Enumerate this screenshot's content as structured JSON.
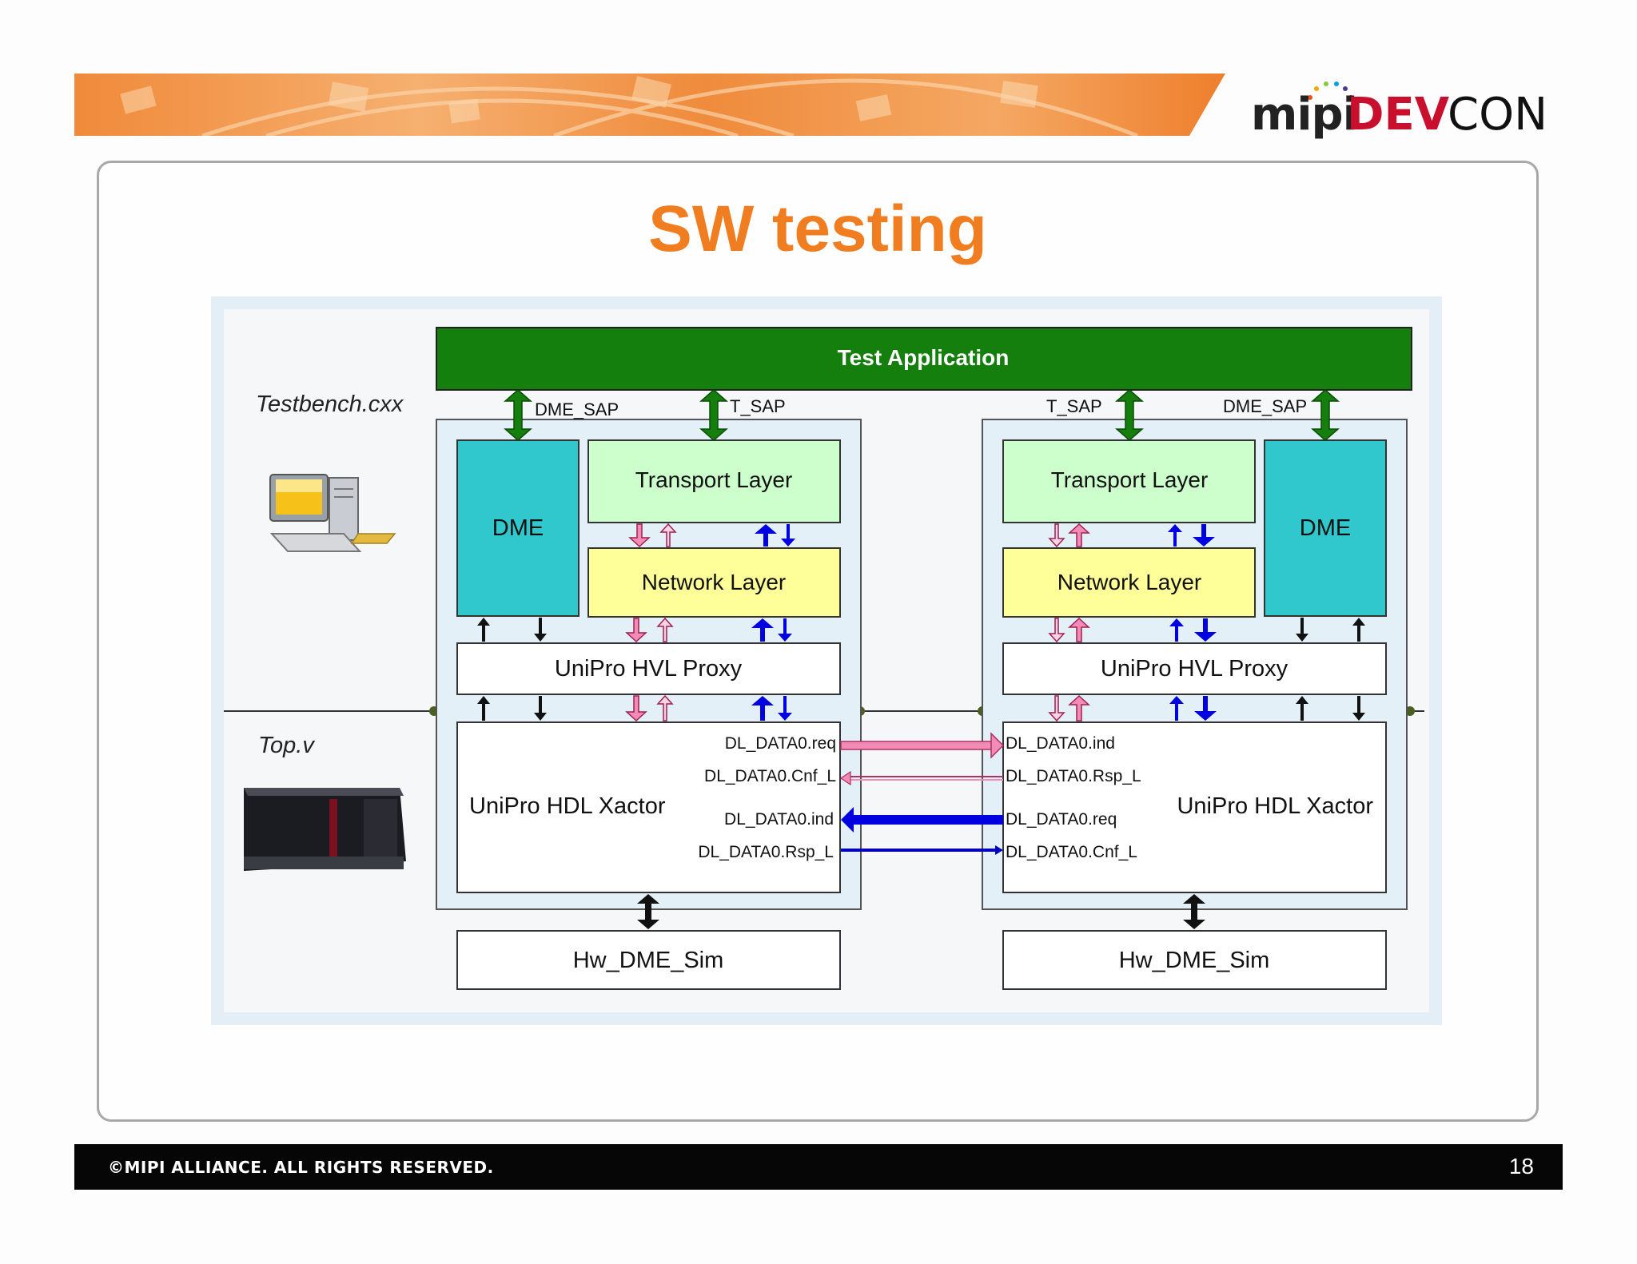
{
  "slide": {
    "title": "SW testing",
    "page_number": "18",
    "copyright": "©MIPI ALLIANCE. ALL RIGHTS RESERVED."
  },
  "logo": {
    "mipi": "mipi",
    "dev": "DEV",
    "con": "CON"
  },
  "colors": {
    "title": "#f07d1f",
    "test_app": "#157f0e",
    "dme": "#30c8cc",
    "transport": "#ccffcc",
    "network": "#ffff99",
    "pink_arrow": "#f28bb5",
    "blue_arrow": "#0000e0"
  },
  "diagram": {
    "test_application": "Test Application",
    "testbench_label": "Testbench.cxx",
    "top_label": "Top.v",
    "left": {
      "dme_sap": "DME_SAP",
      "t_sap": "T_SAP",
      "dme": "DME",
      "transport_layer": "Transport Layer",
      "network_layer": "Network Layer",
      "hvl_proxy": "UniPro HVL Proxy",
      "hdl_xactor": "UniPro HDL Xactor",
      "hw_dme_sim": "Hw_DME_Sim",
      "signals": [
        "DL_DATA0.req",
        "DL_DATA0.Cnf_L",
        "DL_DATA0.ind",
        "DL_DATA0.Rsp_L"
      ]
    },
    "right": {
      "dme_sap": "DME_SAP",
      "t_sap": "T_SAP",
      "dme": "DME",
      "transport_layer": "Transport Layer",
      "network_layer": "Network Layer",
      "hvl_proxy": "UniPro HVL Proxy",
      "hdl_xactor": "UniPro HDL Xactor",
      "hw_dme_sim": "Hw_DME_Sim",
      "signals": [
        "DL_DATA0.ind",
        "DL_DATA0.Rsp_L",
        "DL_DATA0.req",
        "DL_DATA0.Cnf_L"
      ]
    }
  }
}
